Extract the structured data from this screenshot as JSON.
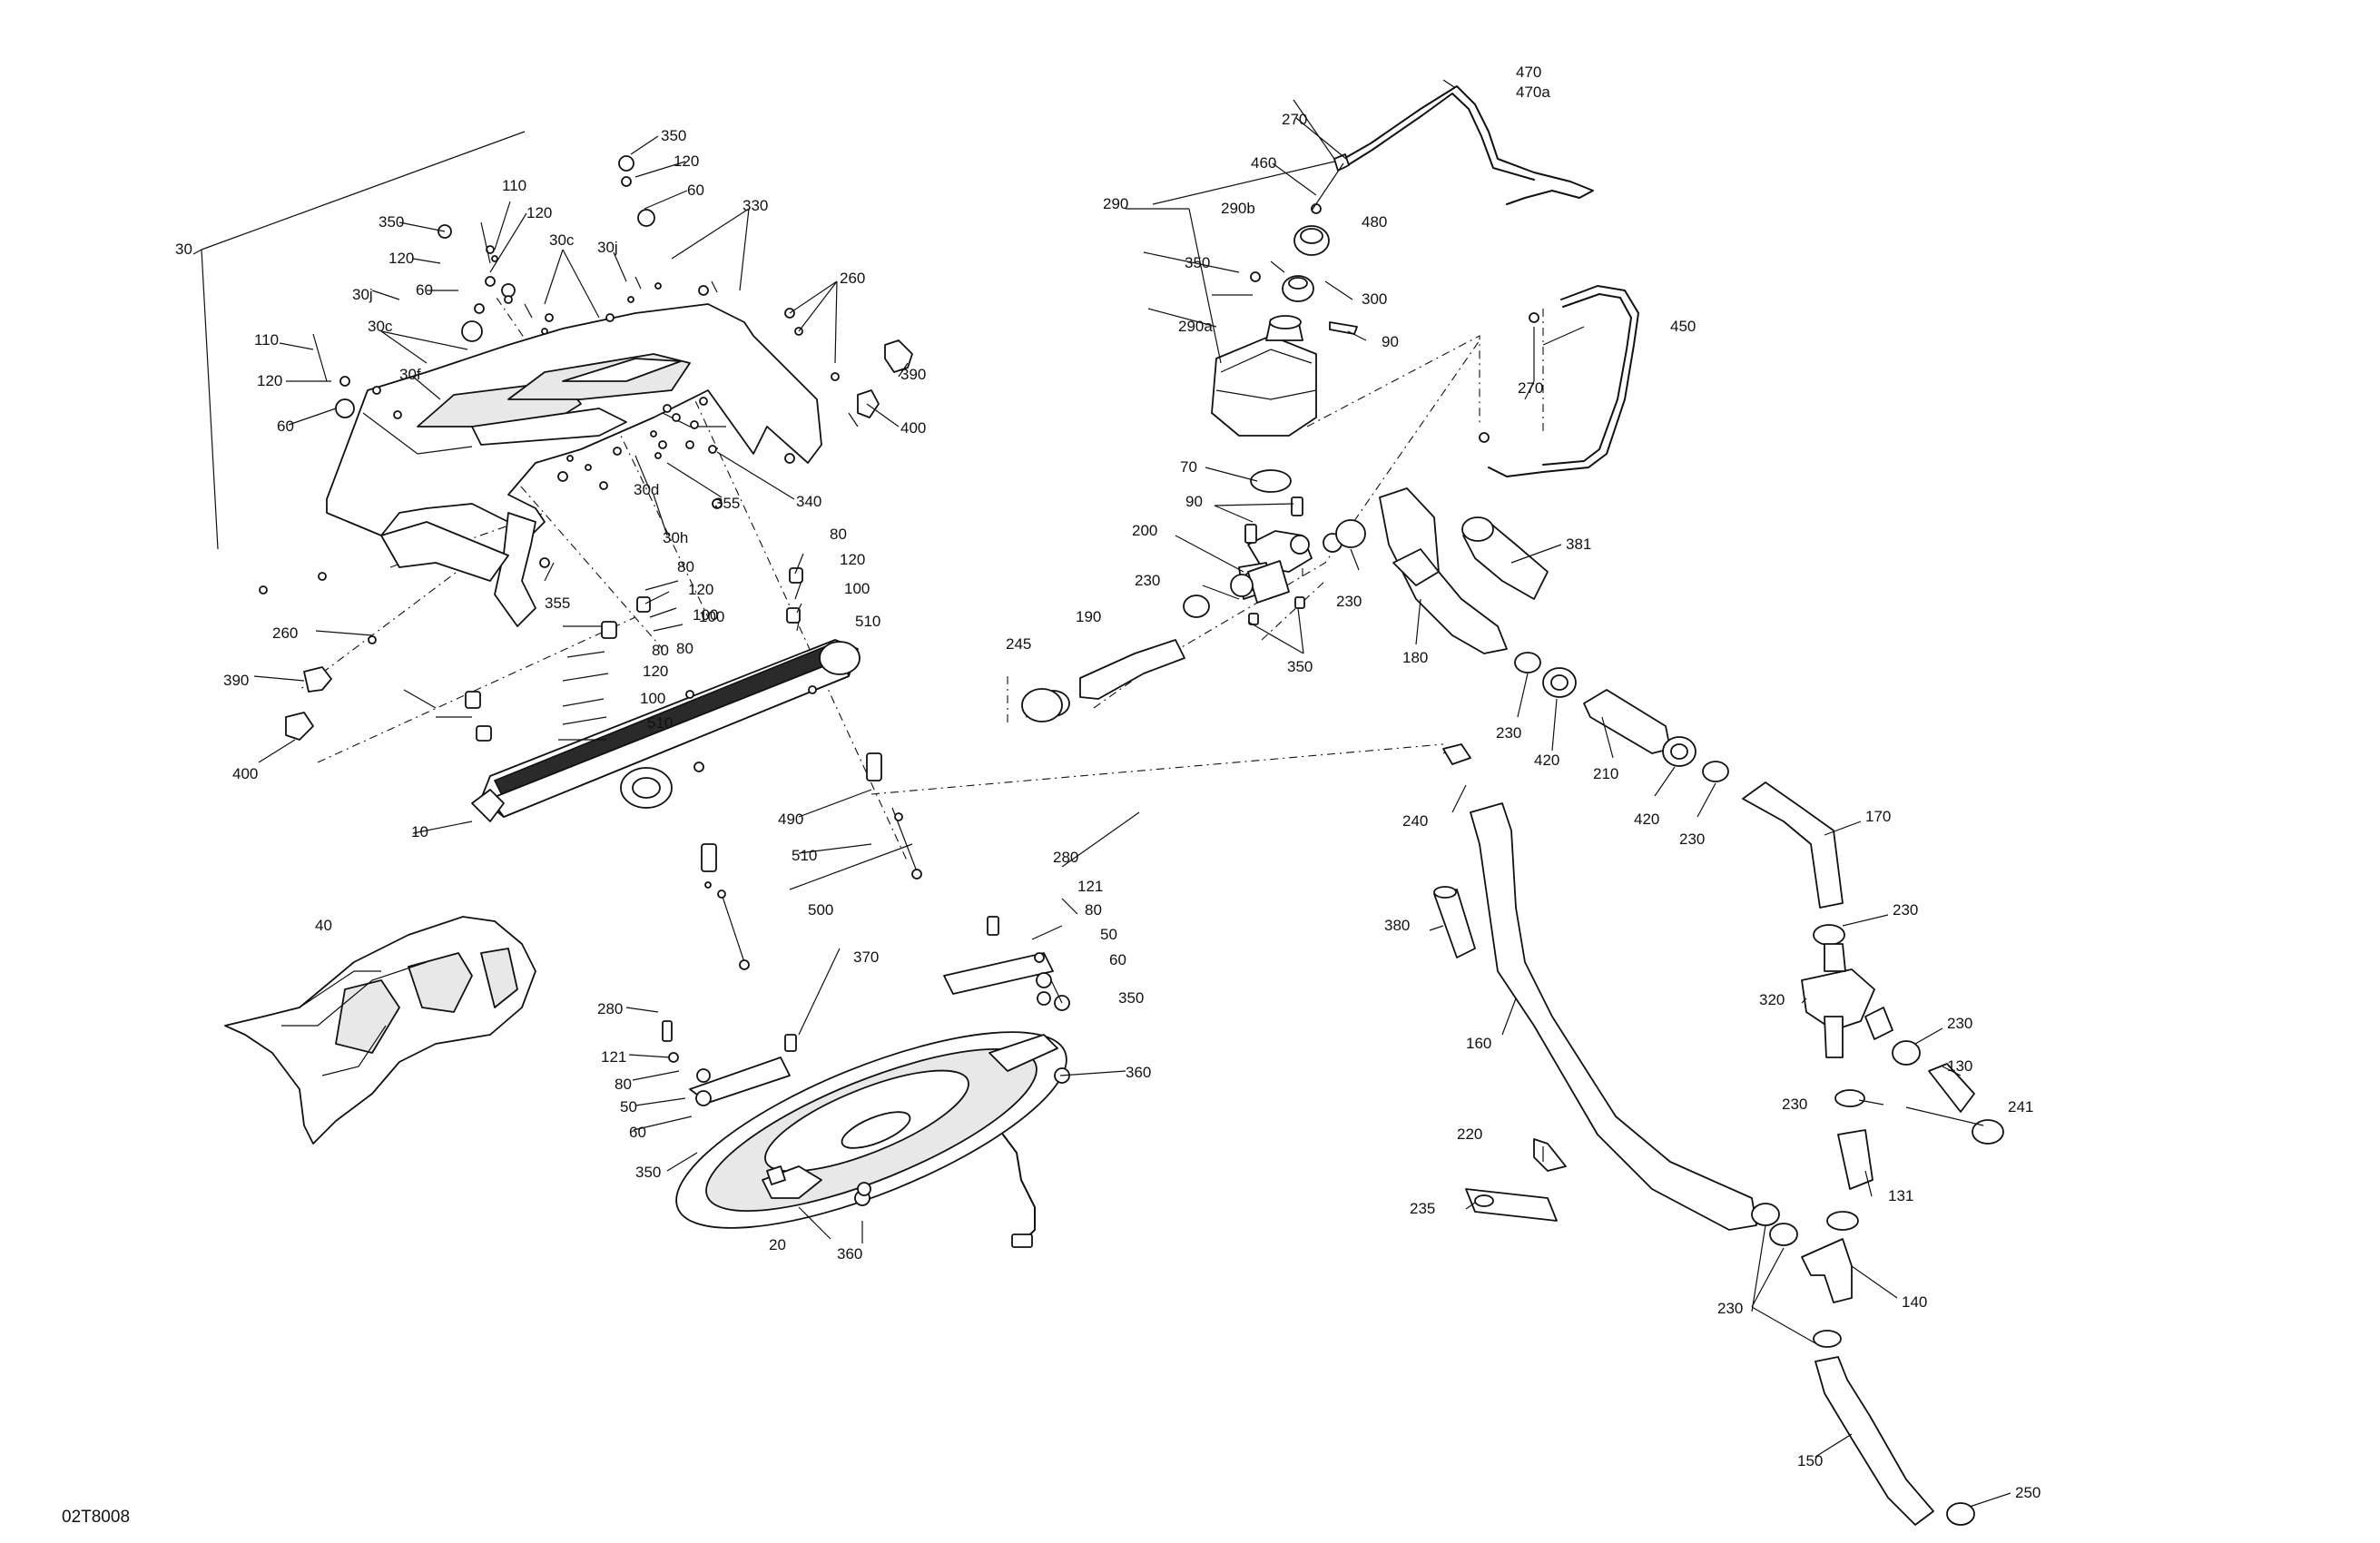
{
  "drawing": {
    "reference_code": "02T8008"
  },
  "callouts": {
    "c10": "10",
    "c20": "20",
    "c30": "30",
    "c30c_a": "30c",
    "c30c_b": "30c",
    "c30d": "30d",
    "c30f": "30f",
    "c30h": "30h",
    "c30j_a": "30j",
    "c30j_b": "30j",
    "c40": "40",
    "c50_a": "50",
    "c50_b": "50",
    "c60_a": "60",
    "c60_b": "60",
    "c60_c": "60",
    "c60_d": "60",
    "c60_e": "60",
    "c70": "70",
    "c80_a": "80",
    "c80_b": "80",
    "c80_c": "80",
    "c80_d": "80",
    "c80_e": "80",
    "c90_a": "90",
    "c90_b": "90",
    "c100_a": "100",
    "c100_b": "100",
    "c100_c": "100",
    "c100_d": "100",
    "c110_a": "110",
    "c110_b": "110",
    "c120_a": "120",
    "c120_b": "120",
    "c120_c": "120",
    "c120_d": "120",
    "c120_e": "120",
    "c120_f": "120",
    "c120_g": "120",
    "c121_a": "121",
    "c121_b": "121",
    "c130": "130",
    "c131": "131",
    "c140": "140",
    "c150": "150",
    "c160": "160",
    "c170": "170",
    "c180": "180",
    "c190": "190",
    "c200": "200",
    "c210": "210",
    "c220": "220",
    "c230_a": "230",
    "c230_b": "230",
    "c230_c": "230",
    "c230_d": "230",
    "c230_e": "230",
    "c230_f": "230",
    "c230_g": "230",
    "c230_h": "230",
    "c235": "235",
    "c240": "240",
    "c241": "241",
    "c245": "245",
    "c250": "250",
    "c260_a": "260",
    "c260_b": "260",
    "c270_a": "270",
    "c270_b": "270",
    "c280_a": "280",
    "c280_b": "280",
    "c290": "290",
    "c290a": "290a",
    "c290b": "290b",
    "c300": "300",
    "c320": "320",
    "c330": "330",
    "c340": "340",
    "c350_a": "350",
    "c350_b": "350",
    "c350_c": "350",
    "c350_d": "350",
    "c350_e": "350",
    "c350_f": "350",
    "c355_a": "355",
    "c355_b": "355",
    "c360_a": "360",
    "c360_b": "360",
    "c370": "370",
    "c380": "380",
    "c381": "381",
    "c390_a": "390",
    "c390_b": "390",
    "c400_a": "400",
    "c400_b": "400",
    "c420_a": "420",
    "c420_b": "420",
    "c450": "450",
    "c460": "460",
    "c470": "470",
    "c470a": "470a",
    "c480": "480",
    "c490": "490",
    "c500": "500",
    "c510_a": "510",
    "c510_b": "510",
    "c510_c": "510"
  }
}
